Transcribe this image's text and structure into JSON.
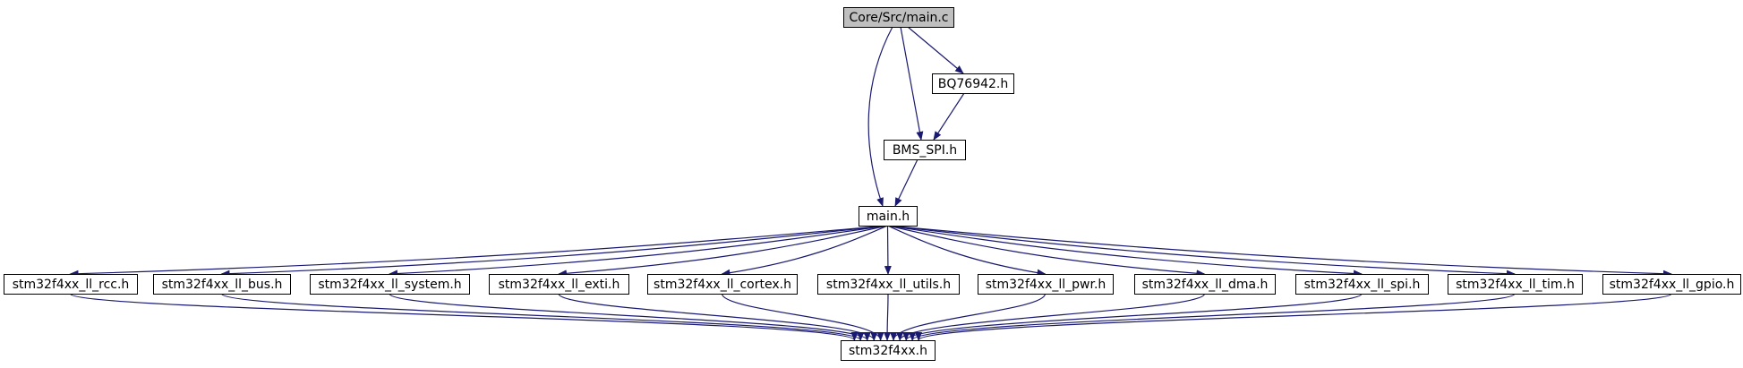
{
  "diagram": {
    "type": "include-dependency-graph",
    "colors": {
      "edge": "#191970",
      "node_fill": "#ffffff",
      "root_fill": "#bfbfbf",
      "node_stroke": "#000000"
    },
    "nodes": [
      {
        "id": "core_src_main_c",
        "label": "Core/Src/main.c",
        "root": true
      },
      {
        "id": "bq76942_h",
        "label": "BQ76942.h"
      },
      {
        "id": "bms_spi_h",
        "label": "BMS_SPI.h"
      },
      {
        "id": "main_h",
        "label": "main.h"
      },
      {
        "id": "ll_rcc_h",
        "label": "stm32f4xx_ll_rcc.h"
      },
      {
        "id": "ll_bus_h",
        "label": "stm32f4xx_ll_bus.h"
      },
      {
        "id": "ll_system_h",
        "label": "stm32f4xx_ll_system.h"
      },
      {
        "id": "ll_exti_h",
        "label": "stm32f4xx_ll_exti.h"
      },
      {
        "id": "ll_cortex_h",
        "label": "stm32f4xx_ll_cortex.h"
      },
      {
        "id": "ll_utils_h",
        "label": "stm32f4xx_ll_utils.h"
      },
      {
        "id": "ll_pwr_h",
        "label": "stm32f4xx_ll_pwr.h"
      },
      {
        "id": "ll_dma_h",
        "label": "stm32f4xx_ll_dma.h"
      },
      {
        "id": "ll_spi_h",
        "label": "stm32f4xx_ll_spi.h"
      },
      {
        "id": "ll_tim_h",
        "label": "stm32f4xx_ll_tim.h"
      },
      {
        "id": "ll_gpio_h",
        "label": "stm32f4xx_ll_gpio.h"
      },
      {
        "id": "stm32f4xx_h",
        "label": "stm32f4xx.h"
      }
    ],
    "edges": [
      {
        "from": "core_src_main_c",
        "to": "bq76942_h"
      },
      {
        "from": "core_src_main_c",
        "to": "bms_spi_h"
      },
      {
        "from": "core_src_main_c",
        "to": "main_h"
      },
      {
        "from": "bq76942_h",
        "to": "bms_spi_h"
      },
      {
        "from": "bms_spi_h",
        "to": "main_h"
      },
      {
        "from": "main_h",
        "to": "ll_rcc_h"
      },
      {
        "from": "main_h",
        "to": "ll_bus_h"
      },
      {
        "from": "main_h",
        "to": "ll_system_h"
      },
      {
        "from": "main_h",
        "to": "ll_exti_h"
      },
      {
        "from": "main_h",
        "to": "ll_cortex_h"
      },
      {
        "from": "main_h",
        "to": "ll_utils_h"
      },
      {
        "from": "main_h",
        "to": "ll_pwr_h"
      },
      {
        "from": "main_h",
        "to": "ll_dma_h"
      },
      {
        "from": "main_h",
        "to": "ll_spi_h"
      },
      {
        "from": "main_h",
        "to": "ll_tim_h"
      },
      {
        "from": "main_h",
        "to": "ll_gpio_h"
      },
      {
        "from": "ll_rcc_h",
        "to": "stm32f4xx_h"
      },
      {
        "from": "ll_bus_h",
        "to": "stm32f4xx_h"
      },
      {
        "from": "ll_system_h",
        "to": "stm32f4xx_h"
      },
      {
        "from": "ll_exti_h",
        "to": "stm32f4xx_h"
      },
      {
        "from": "ll_cortex_h",
        "to": "stm32f4xx_h"
      },
      {
        "from": "ll_utils_h",
        "to": "stm32f4xx_h"
      },
      {
        "from": "ll_pwr_h",
        "to": "stm32f4xx_h"
      },
      {
        "from": "ll_dma_h",
        "to": "stm32f4xx_h"
      },
      {
        "from": "ll_spi_h",
        "to": "stm32f4xx_h"
      },
      {
        "from": "ll_tim_h",
        "to": "stm32f4xx_h"
      },
      {
        "from": "ll_gpio_h",
        "to": "stm32f4xx_h"
      }
    ]
  }
}
